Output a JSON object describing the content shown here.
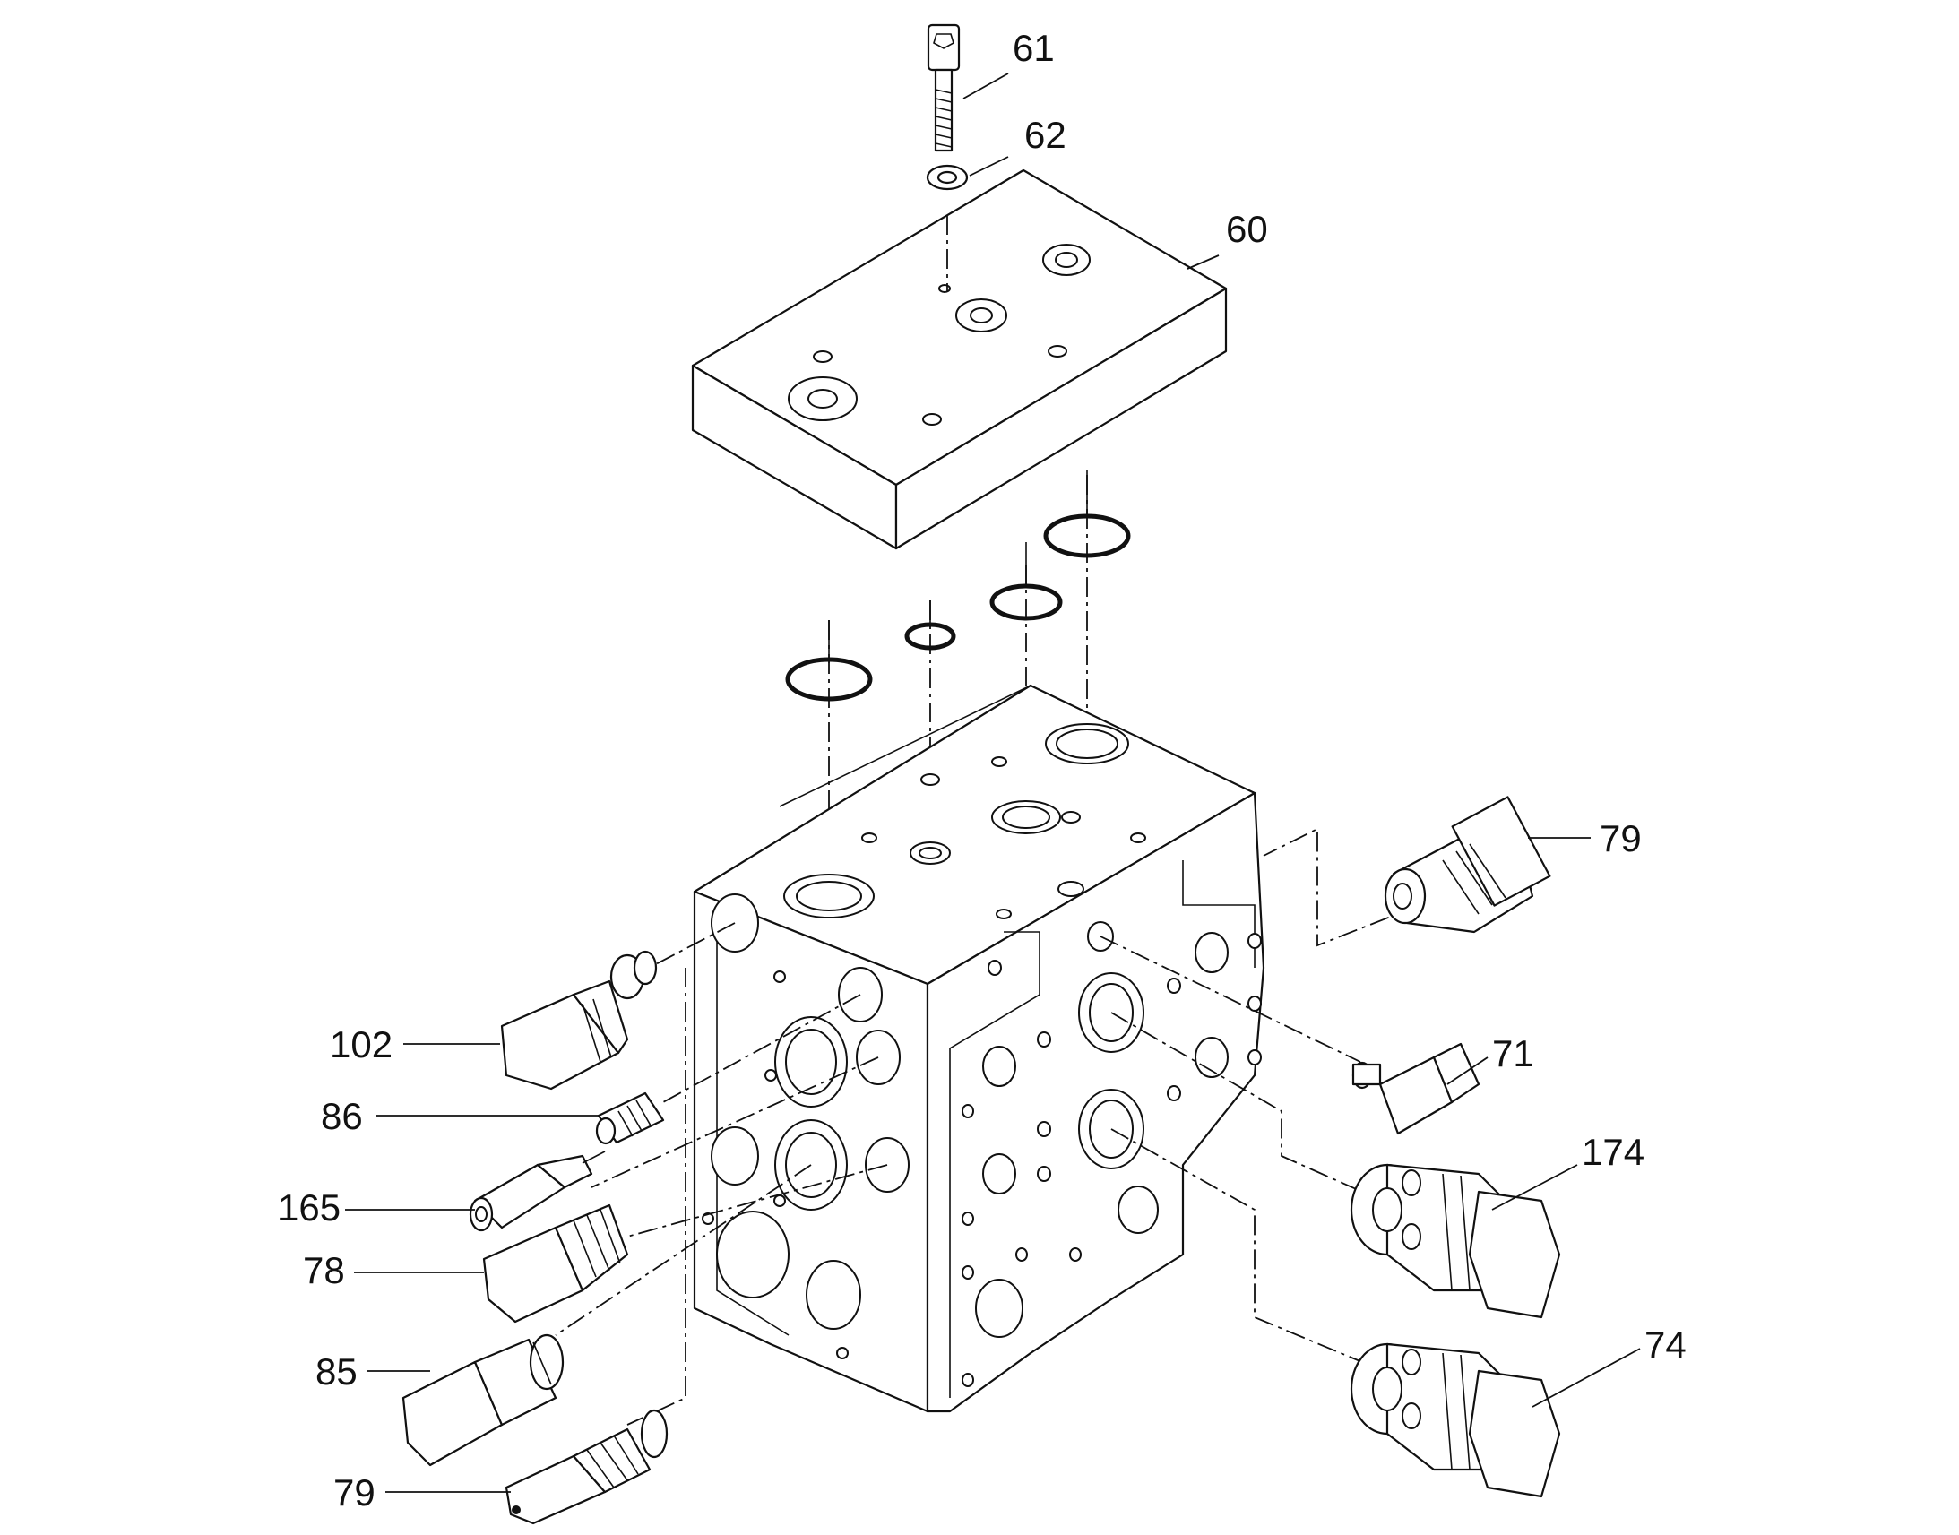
{
  "callouts": {
    "c61": "61",
    "c62": "62",
    "c60": "60",
    "c79_top": "79",
    "c71": "71",
    "c174": "174",
    "c74": "74",
    "c102": "102",
    "c86": "86",
    "c165": "165",
    "c78": "78",
    "c85": "85",
    "c79_bottom": "79"
  },
  "colors": {
    "line": "#111111",
    "background": "#ffffff"
  }
}
